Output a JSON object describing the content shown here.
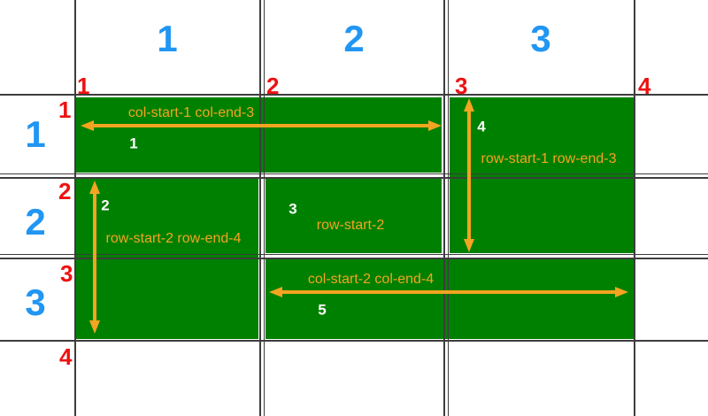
{
  "diagram": {
    "description": "CSS grid lines diagram",
    "grid_size": "3x3"
  },
  "column_tracks": [
    "1",
    "2",
    "3"
  ],
  "row_tracks": [
    "1",
    "2",
    "3"
  ],
  "column_lines": [
    "1",
    "2",
    "3",
    "4"
  ],
  "row_lines": [
    "1",
    "2",
    "3",
    "4"
  ],
  "items": [
    {
      "number": "1",
      "label": "col-start-1 col-end-3"
    },
    {
      "number": "2",
      "label": "row-start-2 row-end-4"
    },
    {
      "number": "3",
      "label": "row-start-2"
    },
    {
      "number": "4",
      "label": "row-start-1 row-end-3"
    },
    {
      "number": "5",
      "label": "col-start-2 col-end-4"
    }
  ],
  "colors": {
    "item_green": "#008000",
    "arrow_orange": "#f4a420",
    "line_number_red": "#ee1111",
    "track_number_blue": "#2196f3",
    "grid_line_gray": "#3d3d3d",
    "item_number_white": "#ffffff"
  }
}
